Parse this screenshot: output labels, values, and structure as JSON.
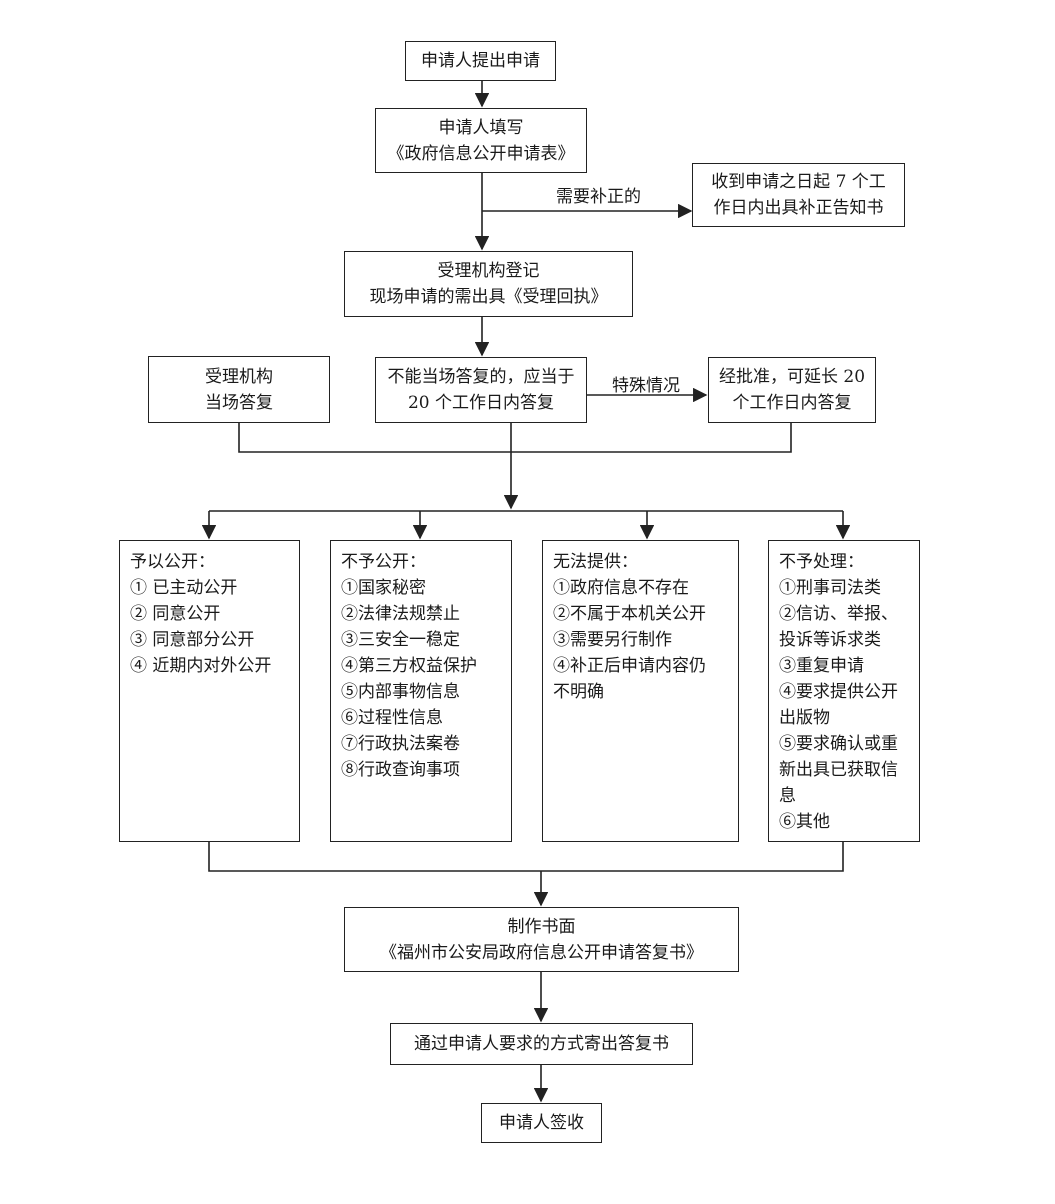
{
  "nodes": {
    "submit": {
      "lines": [
        "申请人提出申请"
      ]
    },
    "fill_form": {
      "lines": [
        "申请人填写",
        "《政府信息公开申请表》"
      ]
    },
    "correction_notice": {
      "lines": [
        "收到申请之日起 7 个工",
        "作日内出具补正告知书"
      ]
    },
    "registration": {
      "lines": [
        "受理机构登记",
        "现场申请的需出具《受理回执》"
      ]
    },
    "reply_onsite": {
      "lines": [
        "受理机构",
        "当场答复"
      ]
    },
    "reply_20days": {
      "lines": [
        "不能当场答复的，应当于",
        "20 个工作日内答复"
      ]
    },
    "extension": {
      "lines": [
        "经批准，可延长 20",
        "个工作日内答复"
      ]
    },
    "outcome_disclose": {
      "lines": [
        "予以公开：",
        "①  已主动公开",
        "②  同意公开",
        "③  同意部分公开",
        "④  近期内对外公开"
      ]
    },
    "outcome_not_disclose": {
      "lines": [
        "不予公开：",
        "①国家秘密",
        "②法律法规禁止",
        "③三安全一稳定",
        "④第三方权益保护",
        "⑤内部事物信息",
        "⑥过程性信息",
        "⑦行政执法案卷",
        "⑧行政查询事项"
      ]
    },
    "outcome_cannot_provide": {
      "lines": [
        "无法提供：",
        "①政府信息不存在",
        "②不属于本机关公开",
        "③需要另行制作",
        "④补正后申请内容仍",
        "不明确"
      ]
    },
    "outcome_not_handle": {
      "lines": [
        "不予处理：",
        "①刑事司法类",
        "②信访、举报、",
        "投诉等诉求类",
        "③重复申请",
        "④要求提供公开",
        "出版物",
        "⑤要求确认或重",
        "新出具已获取信",
        "息",
        "⑥其他"
      ]
    },
    "written_reply": {
      "lines": [
        "制作书面",
        "《福州市公安局政府信息公开申请答复书》"
      ]
    },
    "mail_reply": {
      "lines": [
        "通过申请人要求的方式寄出答复书"
      ]
    },
    "sign": {
      "lines": [
        "申请人签收"
      ]
    }
  },
  "edge_labels": {
    "needs_correction": "需要补正的",
    "special_case": "特殊情况"
  }
}
